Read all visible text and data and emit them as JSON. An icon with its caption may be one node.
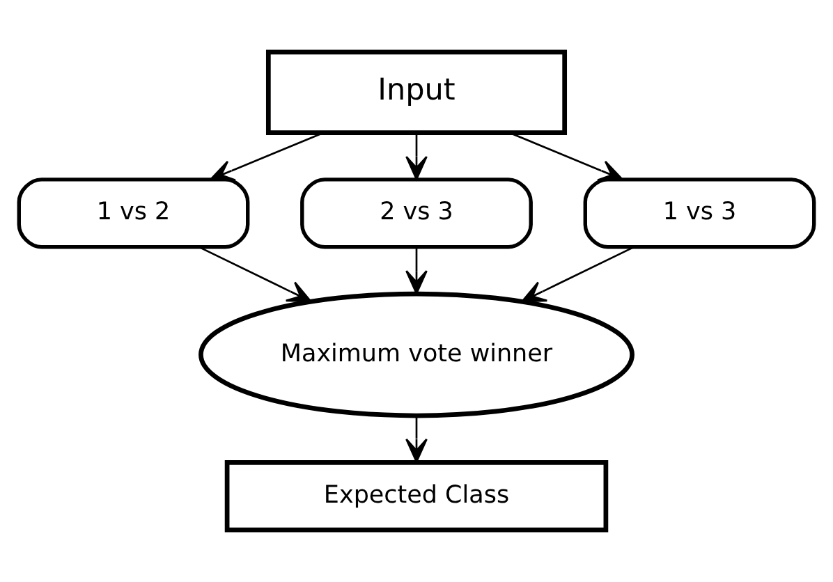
{
  "diagram": {
    "nodes": [
      {
        "text": [
          "Input"
        ]
      },
      {
        "text": [
          "1 vs 2"
        ]
      },
      {
        "text": [
          "2 vs 3"
        ]
      },
      {
        "text": [
          "1 vs 3"
        ]
      },
      {
        "text": [
          "Maximum vote winner"
        ]
      },
      {
        "text": [
          "Expected Class"
        ]
      }
    ],
    "edges": [
      {
        "from": 0,
        "to": 1,
        "arrow": "to"
      },
      {
        "from": 0,
        "to": 2,
        "arrow": "to"
      },
      {
        "from": 0,
        "to": 3,
        "arrow": "to"
      },
      {
        "from": 1,
        "to": 4,
        "arrow": "to"
      },
      {
        "from": 2,
        "to": 4,
        "arrow": "to"
      },
      {
        "from": 3,
        "to": 4,
        "arrow": "to"
      },
      {
        "from": 4,
        "to": 5,
        "arrow": "to"
      }
    ]
  }
}
